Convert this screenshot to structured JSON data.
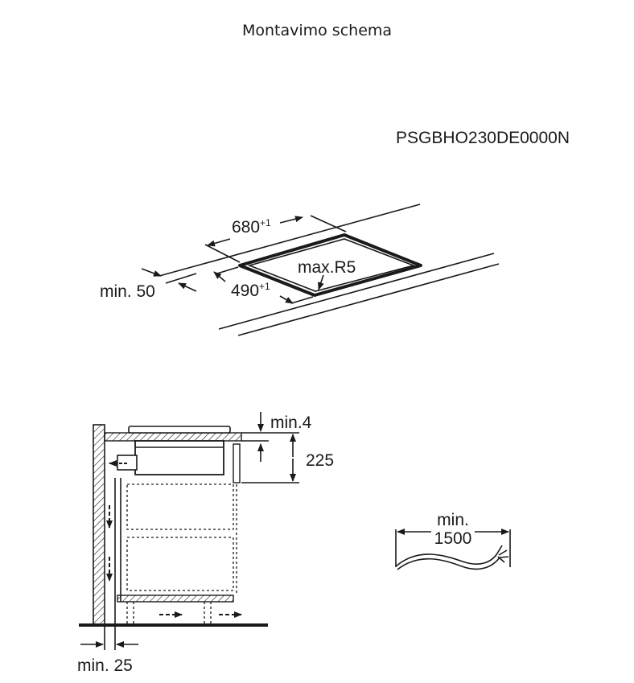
{
  "title": "Montavimo schema",
  "model_code": "PSGBHO230DE0000N",
  "top_view": {
    "width_label": "680",
    "width_tolerance": "+1",
    "depth_label": "490",
    "depth_tolerance": "+1",
    "radius_label": "max.R5",
    "edge_distance_label": "min. 50"
  },
  "side_view": {
    "gap_label": "min.4",
    "height_label": "225",
    "wall_gap_label": "min. 25"
  },
  "cable": {
    "length_label_line1": "min.",
    "length_label_line2": "1500"
  }
}
